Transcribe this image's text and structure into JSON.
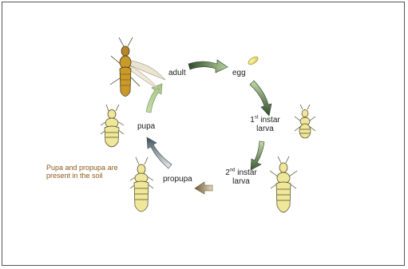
{
  "stages": {
    "adult": "adult",
    "egg": "egg",
    "larva1_num": "1",
    "larva1_sup": "st",
    "larva1_rest": " instar",
    "larva1_line2": "larva",
    "larva2_num": "2",
    "larva2_sup": "nd",
    "larva2_rest": " instar",
    "larva2_line2": "larva",
    "propupa": "propupa",
    "pupa": "pupa"
  },
  "note": "Pupa and propupa are present in the soil",
  "colors": {
    "arrow_light": "#c5dca8",
    "arrow_dark": "#2f4a2b",
    "arrow_brown_light": "#e2d4b0",
    "arrow_brown_dark": "#6b5a3a",
    "insect_pale": "#efe79a",
    "insect_adult": "#c99a2a",
    "note_text": "#8a5a1c"
  }
}
